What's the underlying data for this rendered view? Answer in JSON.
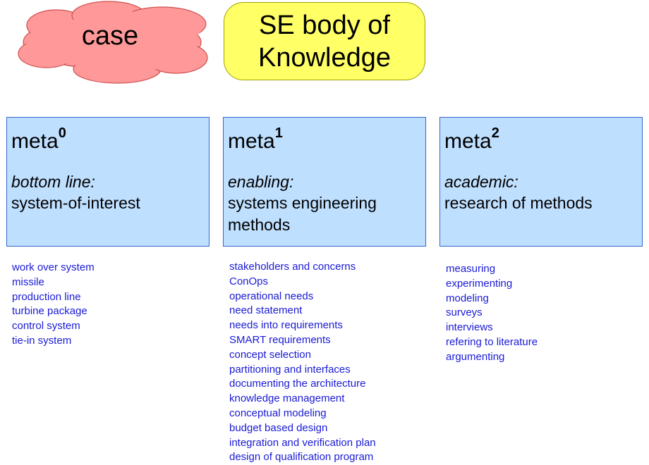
{
  "top": {
    "case_label": "case",
    "bok_line1": "SE body of",
    "bok_line2": "Knowledge",
    "cloud_color": "#ff9999",
    "bok_color": "#ffff66"
  },
  "meta_boxes": [
    {
      "title": "meta",
      "superscript": "0",
      "kind": "bottom line:",
      "desc_lines": [
        "system-of-interest",
        ""
      ],
      "items": [
        "work over system",
        "missile",
        "production line",
        "turbine package",
        "control system",
        "tie-in system"
      ]
    },
    {
      "title": "meta",
      "superscript": "1",
      "kind": "enabling:",
      "desc_lines": [
        "systems engineering",
        "methods"
      ],
      "items": [
        "stakeholders and concerns",
        "ConOps",
        "operational needs",
        "need statement",
        "needs into requirements",
        "SMART requirements",
        "concept selection",
        "partitioning and interfaces",
        "documenting the architecture",
        "knowledge management",
        "conceptual modeling",
        "budget based design",
        "integration and verification plan",
        "design of qualification program"
      ]
    },
    {
      "title": "meta",
      "superscript": "2",
      "kind": "academic:",
      "desc_lines": [
        "research of methods",
        ""
      ],
      "items": [
        "measuring",
        "experimenting",
        "modeling",
        "surveys",
        "interviews",
        "refering to literature",
        "argumenting"
      ]
    }
  ],
  "colors": {
    "box_fill": "#bfdfff",
    "box_border": "#3366cc",
    "list_text": "#1a1ad6"
  }
}
